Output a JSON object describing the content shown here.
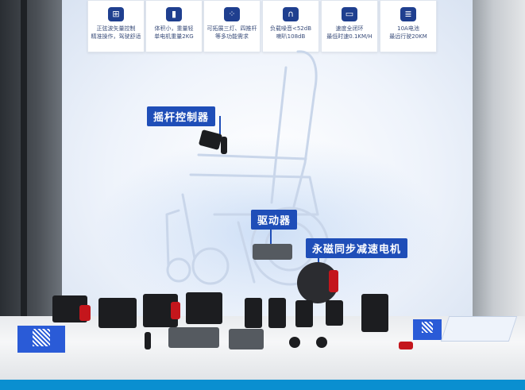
{
  "features": [
    {
      "icon": "gamepad-icon",
      "glyph": "⊞",
      "text": "正弦波矢量控制\n精准操作，驾驶舒适"
    },
    {
      "icon": "battery-icon",
      "glyph": "▮",
      "text": "体积小，重量轻\n单电机重量2KG"
    },
    {
      "icon": "expand-icon",
      "glyph": "⁘",
      "text": "可拓展三灯、四推杆\n等多功能需求"
    },
    {
      "icon": "headphones-icon",
      "glyph": "∩",
      "text": "负载噪音<52dB\n喇叭108dB"
    },
    {
      "icon": "car-icon",
      "glyph": "▭",
      "text": "速度全闭环\n最低时速0.1KM/H"
    },
    {
      "icon": "battery-pack-icon",
      "glyph": "≣",
      "text": "10A电池\n最远行驶20KM"
    }
  ],
  "callouts": {
    "joystick": "摇杆控制器",
    "driver": "驱动器",
    "motor": "永磁同步减速电机"
  },
  "colors": {
    "accent": "#1f4eb8",
    "table_edge": "#0a8fd0"
  }
}
